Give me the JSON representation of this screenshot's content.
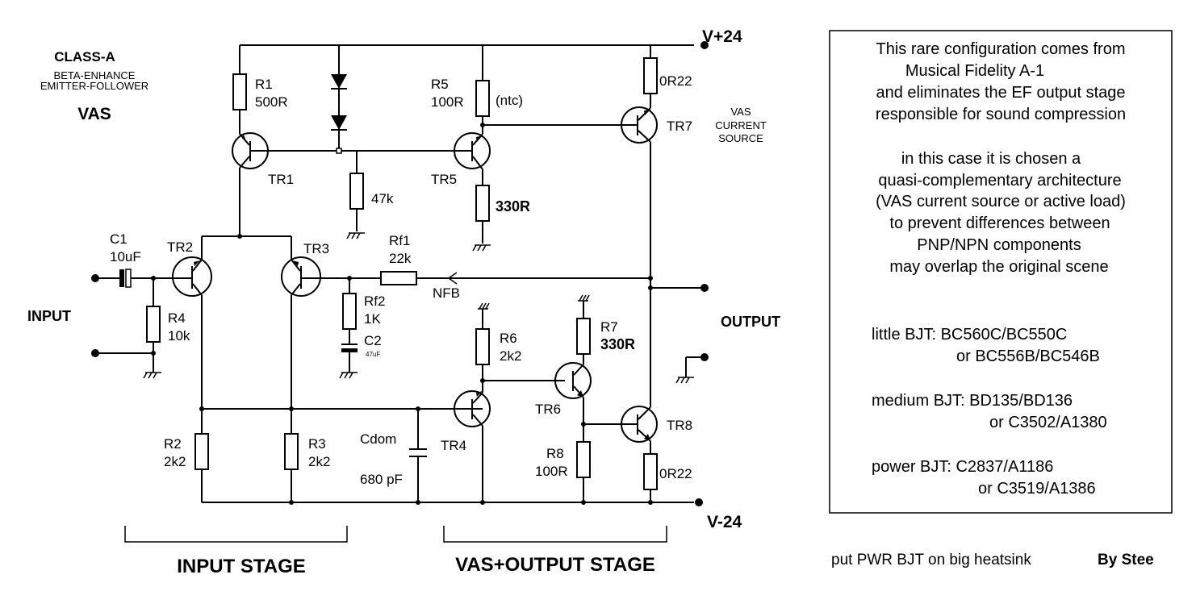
{
  "header": {
    "line1": "CLASS-A",
    "line2": "BETA-ENHANCE",
    "line3": "EMITTER-FOLLOWER",
    "line4": "VAS"
  },
  "rails": {
    "vplus": "V+24",
    "vminus": "V-24"
  },
  "io": {
    "input": "INPUT",
    "output": "OUTPUT",
    "nfb": "NFB"
  },
  "components": {
    "r1": {
      "ref": "R1",
      "value": "500R"
    },
    "r2": {
      "ref": "R2",
      "value": "2k2"
    },
    "r3": {
      "ref": "R3",
      "value": "2k2"
    },
    "r4": {
      "ref": "R4",
      "value": "10k"
    },
    "r5": {
      "ref": "R5",
      "value": "100R",
      "note": "(ntc)"
    },
    "r6": {
      "ref": "R6",
      "value": "2k2"
    },
    "r7": {
      "ref": "R7",
      "value": "330R"
    },
    "r8": {
      "ref": "R8",
      "value": "100R"
    },
    "r47k": {
      "value": "47k"
    },
    "r330": {
      "value": "330R"
    },
    "rf1": {
      "ref": "Rf1",
      "value": "22k"
    },
    "rf2": {
      "ref": "Rf2",
      "value": "1K"
    },
    "c1": {
      "ref": "C1",
      "value": "10uF"
    },
    "c2": {
      "ref": "C2",
      "value": "47uF"
    },
    "cdom": {
      "ref": "Cdom",
      "value": "680 pF"
    },
    "re_top": {
      "value": "0R22"
    },
    "re_bot": {
      "value": "0R22"
    },
    "tr1": "TR1",
    "tr2": "TR2",
    "tr3": "TR3",
    "tr4": "TR4",
    "tr5": "TR5",
    "tr6": "TR6",
    "tr7": "TR7",
    "tr8": "TR8"
  },
  "vas_source": {
    "line1": "VAS",
    "line2": "CURRENT",
    "line3": "SOURCE"
  },
  "stages": {
    "input": "INPUT STAGE",
    "vas_output": "VAS+OUTPUT STAGE"
  },
  "notes": {
    "lines": [
      "This rare configuration comes from",
      "Musical Fidelity A-1",
      "and eliminates the EF output stage",
      "responsible for sound compression",
      "in this case it is chosen a",
      "quasi-complementary architecture",
      "(VAS current source or active load)",
      "to prevent differences between",
      "PNP/NPN components",
      "may overlap the original scene",
      "little BJT: BC560C/BC550C",
      "or BC556B/BC546B",
      "medium BJT: BD135/BD136",
      "or C3502/A1380",
      "power BJT: C2837/A1186",
      "or C3519/A1386"
    ]
  },
  "footer": {
    "heatsink": "put PWR BJT on big heatsink",
    "author": "By Stee"
  }
}
